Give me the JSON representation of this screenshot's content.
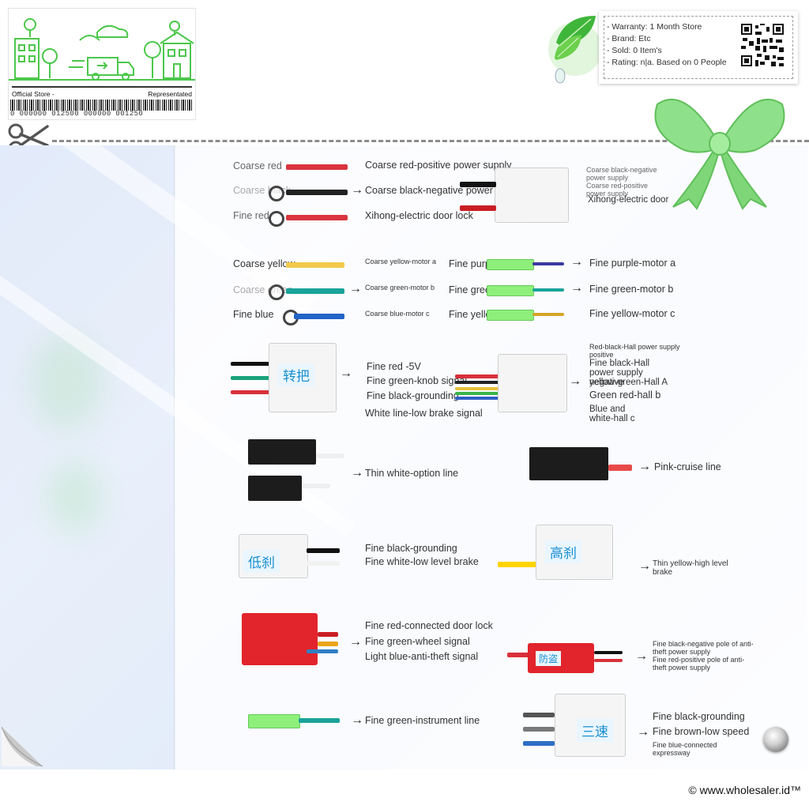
{
  "store": {
    "left_label": "Official Store -",
    "right_label": "Representated",
    "barcode": "0 000000 012500 000000 001250"
  },
  "info": {
    "warranty": "- Warranty: 1 Month Store",
    "brand": "- Brand: Etc",
    "sold": "- Sold: 0 Item's",
    "rating": "- Rating: n|a. Based on 0 People"
  },
  "diagram": {
    "row1": {
      "coarse_red": "Coarse red",
      "coarse_black": "Coarse black",
      "fine_red": "Fine red",
      "pos_supply": "Coarse red-positive power supply",
      "neg_supply": "Coarse black-negative power supply",
      "door_lock": "Xihong-electric door lock",
      "r_neg": "Coarse black-negative power supply",
      "r_pos": "Coarse red-positive power supply",
      "r_lock": "Xihong-electric door"
    },
    "row2": {
      "coarse_yellow": "Coarse yellow",
      "coarse_green": "Coarse green",
      "fine_blue": "Fine blue",
      "motor_a": "Coarse yellow-motor a",
      "motor_b": "Coarse green-motor b",
      "motor_c": "Coarse blue-motor c",
      "fine_purple": "Fine purple",
      "fine_green": "Fine green",
      "fine_yellow": "Fine yellow",
      "fine_motor_a": "Fine purple-motor a",
      "fine_motor_b": "Fine green-motor b",
      "fine_motor_c": "Fine yellow-motor c"
    },
    "row3": {
      "handle_cn": "转把",
      "red_5v": "Fine red -5V",
      "knob_signal": "Fine green-knob signal",
      "grounding": "Fine black-grounding",
      "brake_signal": "White line-low brake signal",
      "hall_pos": "Red-black-Hall power supply positive",
      "hall_neg": "Fine black-Hall power supply negative",
      "hall_a": "yellow-green-Hall A",
      "hall_b": "Green red-hall b",
      "hall_c": "Blue and white-hall c"
    },
    "row4": {
      "option_line": "Thin white-option line",
      "cruise_line": "Pink-cruise line"
    },
    "row5": {
      "low_cn": "低刹",
      "grounding": "Fine black-grounding",
      "low_brake": "Fine white-low level brake",
      "high_cn": "高刹",
      "high_brake": "Thin yellow-high level brake"
    },
    "row6": {
      "door_lock": "Fine red-connected door lock",
      "wheel_signal": "Fine green-wheel signal",
      "anti_theft": "Light blue-anti-theft signal",
      "guard_cn": "防盗",
      "anti_neg": "Fine black-negative pole of anti-theft power supply",
      "anti_pos": "Fine red-positive pole of anti-theft power supply"
    },
    "row7": {
      "instrument": "Fine green-instrument line",
      "speed_cn": "三速",
      "grounding": "Fine black-grounding",
      "low_speed": "Fine brown-low speed",
      "expressway": "Fine blue-connected expressway"
    }
  },
  "footer": "© www.wholesaler.id™",
  "colors": {
    "store_green": "#4cc74a",
    "ribbon_green": "#8fe08a",
    "tag_blue": "#1a8fd0"
  },
  "icons": [
    "scissors-icon",
    "leaf-icon",
    "bow-icon",
    "qr-code-icon",
    "page-peel-icon",
    "knob-icon"
  ]
}
